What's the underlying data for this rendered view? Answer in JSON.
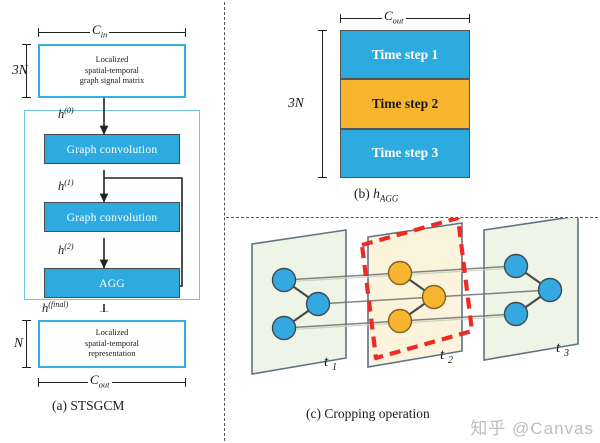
{
  "figure": {
    "panels": [
      {
        "id": "a",
        "caption": "(a) STSGCM",
        "top_dim_label": "C",
        "top_dim_sub": "in",
        "left_dim_label_top": "3N",
        "left_dim_label_bottom": "N",
        "bottom_dim_label": "C",
        "bottom_dim_sub": "out",
        "input_box": "Localized\nspatial-temporal\ngraph signal matrix",
        "input_box_lines": [
          "Localized",
          "spatial-temporal",
          "graph signal matrix"
        ],
        "output_box_lines": [
          "Localized",
          "spatial-temporal",
          "representation"
        ],
        "blocks": [
          {
            "label": "Graph convolution"
          },
          {
            "label": "Graph convolution"
          },
          {
            "label": "AGG"
          }
        ],
        "edge_labels": [
          "h(0)",
          "h(1)",
          "h(2)",
          "h(final)"
        ],
        "edge_label_parts": [
          {
            "base": "h",
            "sup": "(0)"
          },
          {
            "base": "h",
            "sup": "(1)"
          },
          {
            "base": "h",
            "sup": "(2)"
          },
          {
            "base": "h",
            "sup": "(final)"
          }
        ]
      },
      {
        "id": "b",
        "caption_prefix": "(b) ",
        "caption_base": "h",
        "caption_sub": "AGG",
        "top_dim_label": "C",
        "top_dim_sub": "out",
        "left_dim_label": "3N",
        "slabs": [
          {
            "label": "Time step 1",
            "color": "#2dabe0",
            "text_color": "#ffffff"
          },
          {
            "label": "Time step 2",
            "color": "#f7b52f",
            "text_color": "#1a1a1a"
          },
          {
            "label": "Time step 3",
            "color": "#2dabe0",
            "text_color": "#ffffff"
          }
        ]
      },
      {
        "id": "c",
        "caption": "(c) Cropping operation",
        "planes": [
          {
            "label": "t",
            "sub": "1",
            "fill": "#eef4e6",
            "node_color": "#34a9e1",
            "stroke": "#5e7386"
          },
          {
            "label": "t",
            "sub": "2",
            "fill": "#fbf3dc",
            "node_color": "#f7b52f",
            "stroke": "#5e7386"
          },
          {
            "label": "t",
            "sub": "3",
            "fill": "#eef4e6",
            "node_color": "#34a9e1",
            "stroke": "#5e7386"
          }
        ],
        "crop_highlight_color": "#ee2a24",
        "crop_highlight_target": "t2"
      }
    ]
  },
  "watermark": "知乎 @Canvas",
  "colors": {
    "blue_fill": "#2dabe0",
    "blue_outline": "#32b0e6",
    "orange_fill": "#f7b52f",
    "red_dashed": "#ee2a24",
    "green_plane": "#eef4e6",
    "orange_plane": "#fbf3dc",
    "edge_stroke": "#4a4a4a"
  }
}
